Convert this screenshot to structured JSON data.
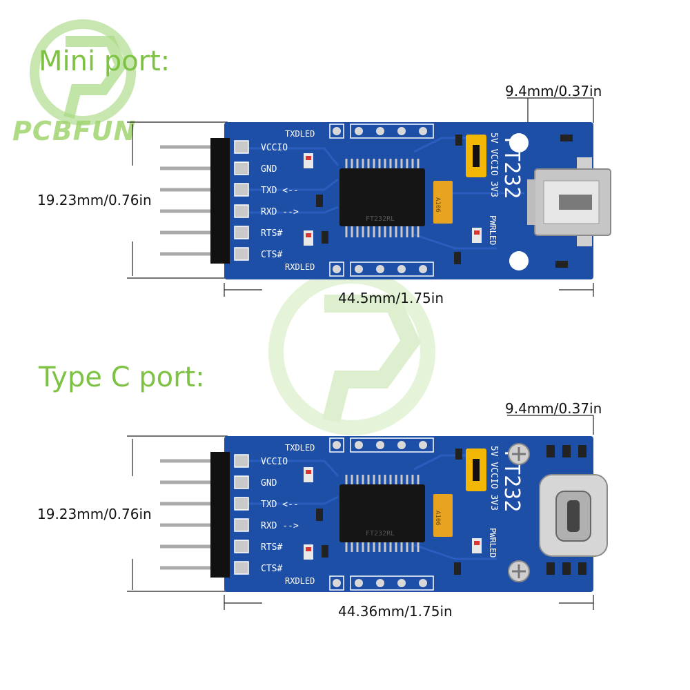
{
  "brand": "PCBFUN",
  "sections": [
    {
      "heading": "Mini port:",
      "port_width": "9.4mm/0.37in",
      "board_height": "19.23mm/0.76in",
      "board_length": "44.5mm/1.75in"
    },
    {
      "heading": "Type C port:",
      "port_width": "9.4mm/0.37in",
      "board_height": "19.23mm/0.76in",
      "board_length": "44.36mm/1.75in"
    }
  ],
  "board": {
    "pins": [
      "VCCIO",
      "GND",
      "TXD <--",
      "RXD -->",
      "RTS#",
      "CTS#"
    ],
    "txled": "TXDLED",
    "rxled": "RXDLED",
    "chip": "FT232RL",
    "model": "FT232",
    "voltage": "5V VCCIO 3V3",
    "pwrled": "PWRLED",
    "cap": "A106"
  },
  "colors": {
    "accent": "#7dc243",
    "pcb": "#1e4fa6",
    "pcb_dark": "#163f8c",
    "silk": "#ffffff",
    "jumper": "#f2b705"
  }
}
